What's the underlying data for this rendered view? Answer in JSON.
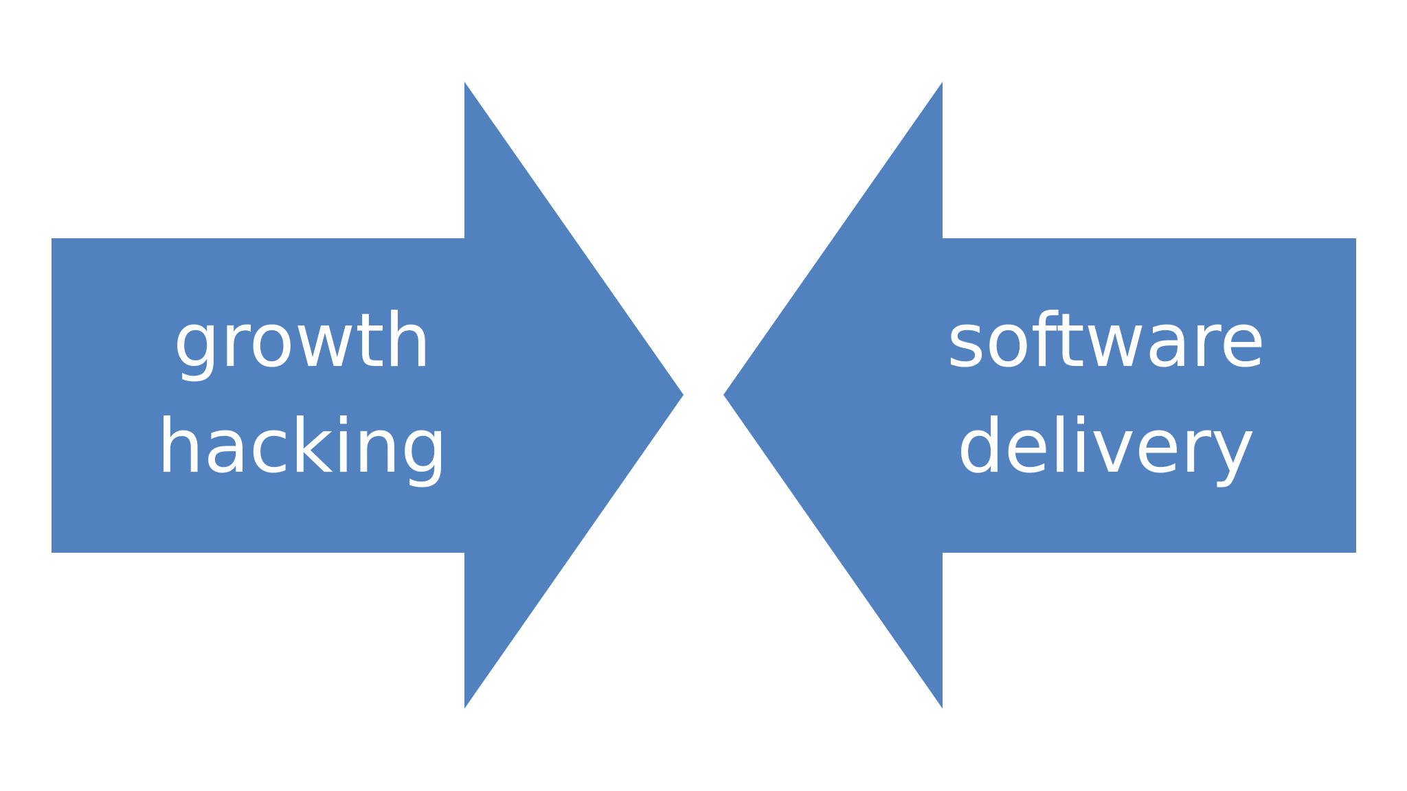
{
  "diagram": {
    "left_arrow": {
      "line1": "growth",
      "line2": "hacking"
    },
    "right_arrow": {
      "line1": "software",
      "line2": "delivery"
    },
    "arrow_fill_color": "#5181BE",
    "text_color": "#FFFFFF",
    "background_color": "#FFFFFF"
  }
}
